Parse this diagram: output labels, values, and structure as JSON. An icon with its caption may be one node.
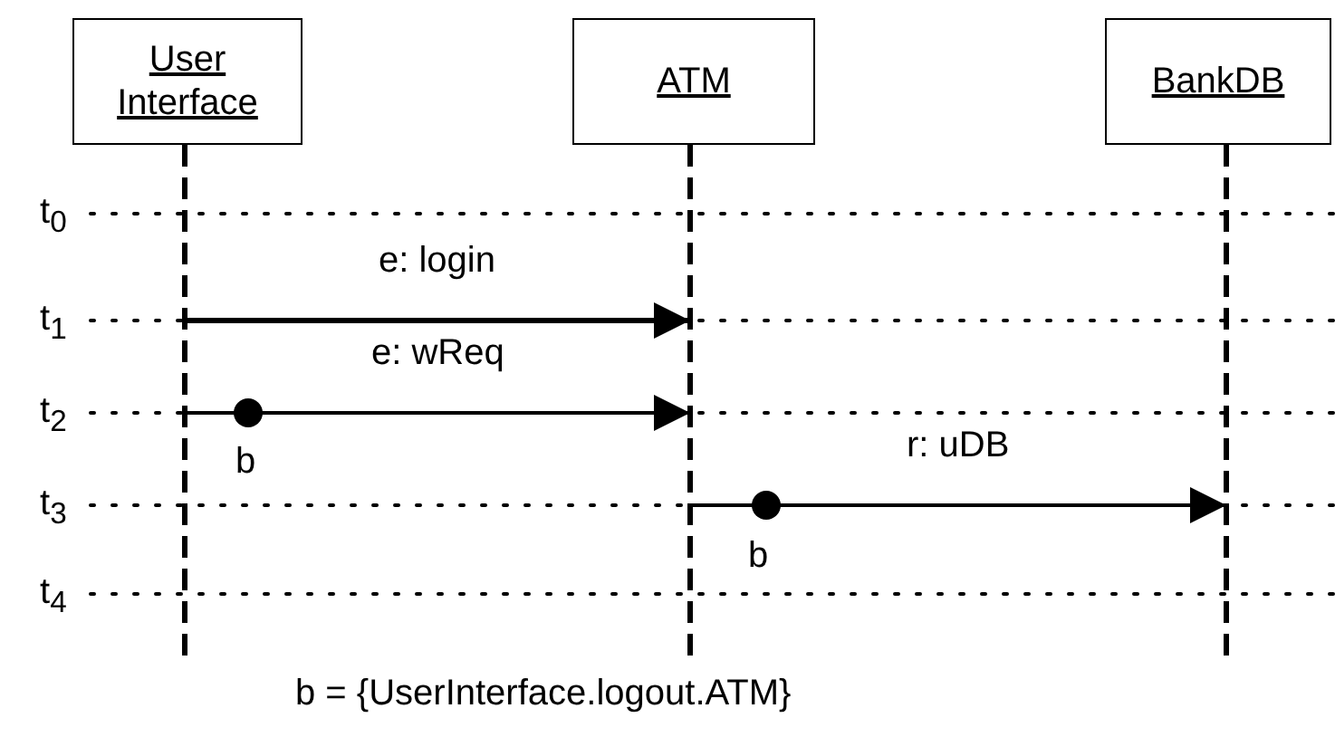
{
  "diagram": {
    "caption": "b = {UserInterface.logout.ATM}",
    "nodes": [
      {
        "text": [
          "User Interface"
        ]
      },
      {
        "text": [
          "ATM"
        ]
      },
      {
        "text": [
          "BankDB"
        ]
      }
    ],
    "edges": [
      {
        "from": 0,
        "to": 1,
        "arrow": "to",
        "label": "e: login"
      },
      {
        "from": 0,
        "to": 1,
        "arrow": "to",
        "label": "e: wReq"
      },
      {
        "from": 1,
        "to": 2,
        "arrow": "to",
        "label": "r: uDB"
      }
    ],
    "labels": [
      "t$_{0}$",
      "t$_{1}$",
      "t$_{2}$",
      "b",
      "t$_{3}$",
      "b",
      "t$_{4}$"
    ]
  }
}
